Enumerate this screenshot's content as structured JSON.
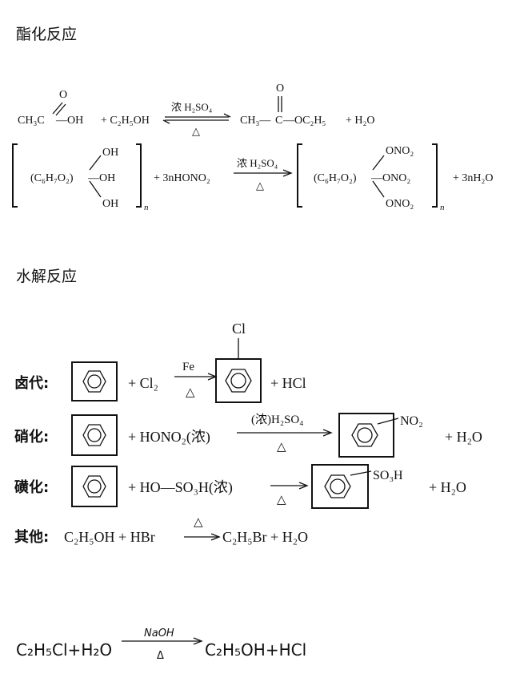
{
  "sections": {
    "esterification": {
      "title": "酯化反应"
    },
    "hydrolysis": {
      "title": "水解反应"
    }
  },
  "ester1": {
    "o": "O",
    "ch3c": "CH₃C",
    "oh": "—OH",
    "ethanol": "+ C₂H₅OH",
    "catalyst": "浓 H₂SO₄",
    "heat": "△",
    "product_ch3": "CH₃—",
    "product_c": "C",
    "product_tail": "—OC₂H₅",
    "water": "+ H₂O"
  },
  "ester2": {
    "cellulose": "(C₆H₇O₂)",
    "oh_top": "OH",
    "oh_mid": "—OH",
    "oh_bot": "OH",
    "n": "n",
    "reagent": "+ 3nHONO₂",
    "catalyst": "浓 H₂SO₄",
    "heat": "△",
    "product_core": "(C₆H₇O₂)",
    "ono2_top": "ONO₂",
    "ono2_mid": "—ONO₂",
    "ono2_bot": "ONO₂",
    "product_n": "n",
    "water": "+ 3nH₂O"
  },
  "halogenation": {
    "label": "卤代:",
    "reagent": "+ Cl₂",
    "catalyst": "Fe",
    "heat": "△",
    "substituent": "Cl",
    "byproduct": "+ HCl"
  },
  "nitration": {
    "label": "硝化:",
    "reagent": "+ HONO₂(浓)",
    "catalyst": "(浓)H₂SO₄",
    "heat": "△",
    "substituent": "NO₂",
    "byproduct": "+ H₂O"
  },
  "sulfonation": {
    "label": "磺化:",
    "reagent": "+ HO—SO₃H(浓)",
    "heat": "△",
    "substituent": "SO₃H",
    "byproduct": "+ H₂O"
  },
  "other": {
    "label": "其他:",
    "reactants": "C₂H₅OH + HBr",
    "heat": "△",
    "products": "C₂H₅Br + H₂O"
  },
  "hydrolysis_eq": {
    "reactants": "C₂H₅Cl+H₂O",
    "catalyst": "NaOH",
    "heat": "Δ",
    "products": "C₂H₅OH+HCl"
  }
}
